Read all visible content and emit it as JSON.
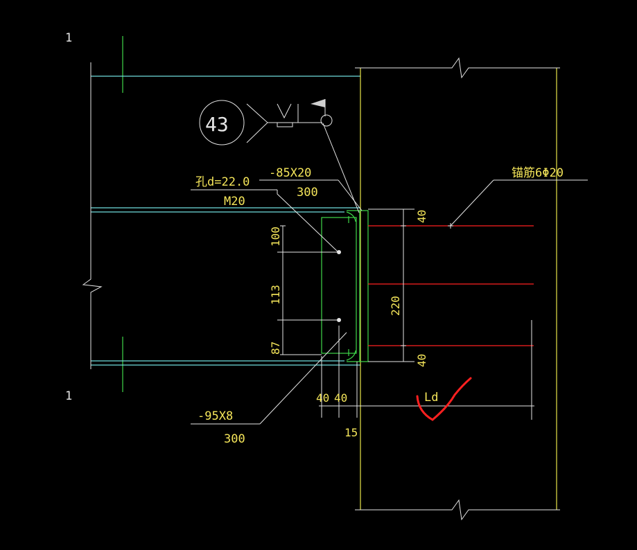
{
  "section_marks": {
    "top": "1",
    "bottom": "1"
  },
  "weld_symbol": {
    "number": "43"
  },
  "labels": {
    "hole_diameter": "孔d=22.0",
    "bolt_size": "M20",
    "plate_top_section": "-85X20",
    "plate_top_length": "300",
    "plate_bottom_section": "-95X8",
    "plate_bottom_length": "300",
    "rebar": "锚筋6Φ20",
    "anchor_length": "Ld"
  },
  "dimensions": {
    "top_edge": "40",
    "bolt_spacing_1": "100",
    "bolt_spacing_2": "113",
    "bolt_spacing_3": "87",
    "rebar_span": "220",
    "bottom_edge": "40",
    "horiz_1": "40",
    "horiz_2": "40",
    "horiz_3": "15"
  },
  "colors": {
    "background": "#000000",
    "text": "#f5e65a",
    "lines": "#e6e6e6",
    "beam": "#6fdede",
    "plate": "#3fd84a",
    "wall": "#e8e64a",
    "rebar": "#ff2020",
    "annotation": "#ff2020"
  }
}
